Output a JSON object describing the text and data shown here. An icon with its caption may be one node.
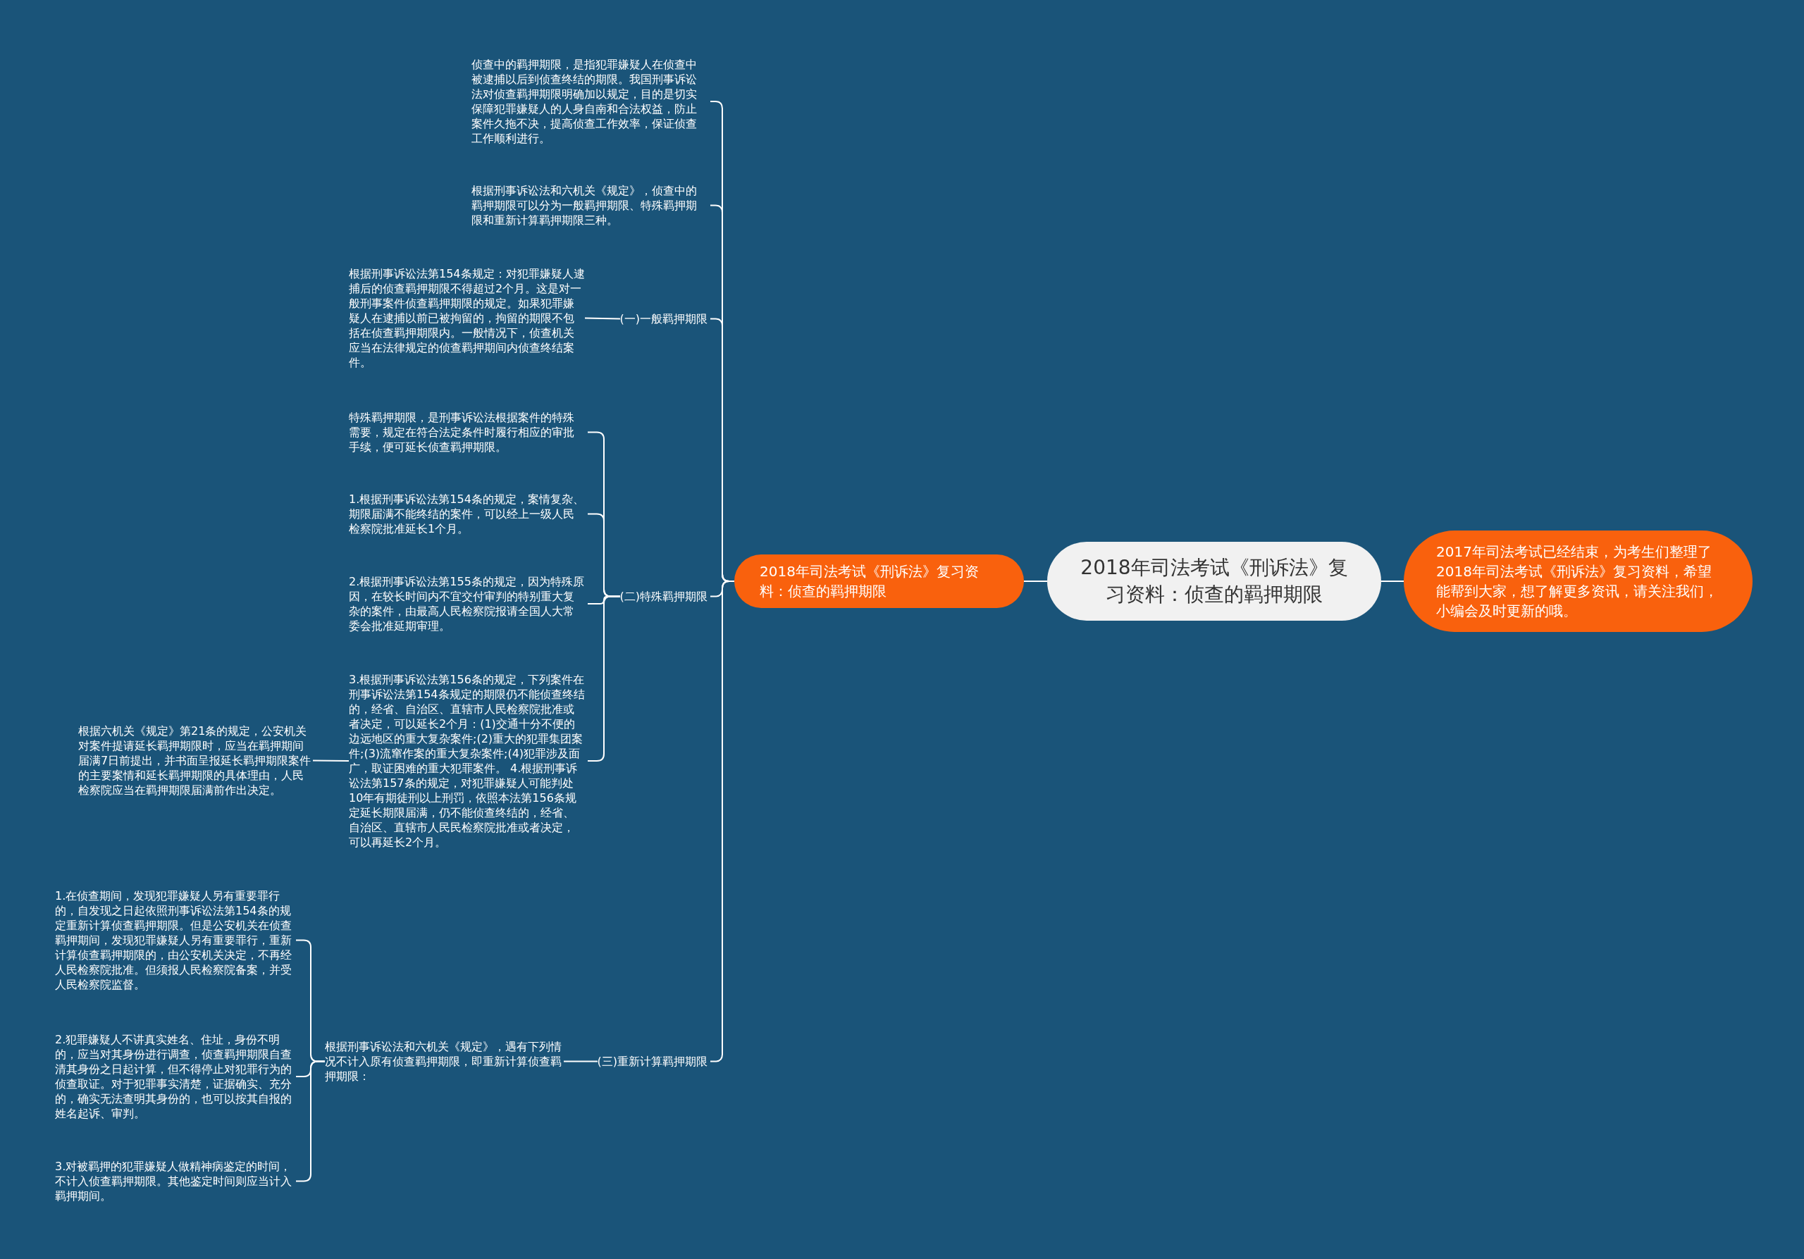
{
  "diagram": {
    "nodes": [
      {
        "text": [
          "2018年司法考试《刑诉法》复习资料：侦查的羁押期限"
        ]
      },
      {
        "text": [
          "2017年司法考试已经结束，为考生们整理了2018年司法考试《刑诉法》复习资料，希望能帮到大家，想了解更多资讯，请关注我们，小编会及时更新的哦。"
        ]
      },
      {
        "text": [
          "2018年司法考试《刑诉法》复习资料：侦查的羁押期限"
        ]
      },
      {
        "text": [
          "侦查中的羁押期限，是指犯罪嫌疑人在侦查中被逮捕以后到侦查终结的期限。我国刑事诉讼法对侦查羁押期限明确加以规定，目的是切实保障犯罪嫌疑人的人身自南和合法权益，防止案件久拖不决，提高侦查工作效率，保证侦查工作顺利进行。"
        ]
      },
      {
        "text": [
          "根据刑事诉讼法和六机关《规定》，侦查中的羁押期限可以分为一般羁押期限、特殊羁押期限和重新计算羁押期限三种。"
        ]
      },
      {
        "text": [
          "(一)一般羁押期限"
        ]
      },
      {
        "text": [
          "根据刑事诉讼法第154条规定：对犯罪嫌疑人逮捕后的侦查羁押期限不得超过2个月。这是对一般刑事案件侦查羁押期限的规定。如果犯罪嫌疑人在逮捕以前已被拘留的，拘留的期限不包括在侦查羁押期限内。一般情况下，侦查机关应当在法律规定的侦查羁押期间内侦查终结案件。"
        ]
      },
      {
        "text": [
          "(二)特殊羁押期限"
        ]
      },
      {
        "text": [
          "特殊羁押期限，是刑事诉讼法根据案件的特殊需要，规定在符合法定条件时履行相应的审批手续，便可延长侦查羁押期限。"
        ]
      },
      {
        "text": [
          "1.根据刑事诉讼法第154条的规定，案情复杂、期限届满不能终结的案件，可以经上一级人民检察院批准延长1个月。"
        ]
      },
      {
        "text": [
          "2.根据刑事诉讼法第155条的规定，因为特殊原因，在较长时间内不宜交付审判的特别重大复杂的案件，由最高人民检察院报请全国人大常委会批准延期审理。"
        ]
      },
      {
        "text": [
          "3.根据刑事诉讼法第156条的规定，下列案件在刑事诉讼法第154条规定的期限仍不能侦查终结的，经省、自治区、直辖市人民检察院批准或者决定，可以延长2个月：(1)交通十分不便的边远地区的重大复杂案件;(2)重大的犯罪集团案件;(3)流窜作案的重大复杂案件;(4)犯罪涉及面广，取证困难的重大犯罪案件。 4.根据刑事诉讼法第157条的规定，对犯罪嫌疑人可能判处10年有期徒刑以上刑罚，依照本法第156条规定延长期限届满，仍不能侦查终结的，经省、自治区、直辖市人民民检察院批准或者决定，可以再延长2个月。"
        ]
      },
      {
        "text": [
          "根据六机关《规定》第21条的规定，公安机关对案件提请延长羁押期限时，应当在羁押期间届满7日前提出，并书面呈报延长羁押期限案件的主要案情和延长羁押期限的具体理由，人民检察院应当在羁押期限届满前作出决定。"
        ]
      },
      {
        "text": [
          "(三)重新计算羁押期限"
        ]
      },
      {
        "text": [
          "根据刑事诉讼法和六机关《规定》，遇有下列情况不计入原有侦查羁押期限，即重新计算侦查羁押期限："
        ]
      },
      {
        "text": [
          "1.在侦查期间，发现犯罪嫌疑人另有重要罪行的，自发现之日起依照刑事诉讼法第154条的规定重新计算侦查羁押期限。但是公安机关在侦查羁押期间，发现犯罪嫌疑人另有重要罪行，重新计算侦查羁押期限的，由公安机关决定，不再经人民检察院批准。但须报人民检察院备案，并受人民检察院监督。"
        ]
      },
      {
        "text": [
          "2.犯罪嫌疑人不讲真实姓名、住址，身份不明的，应当对其身份进行调查，侦查羁押期限自查清其身份之日起计算，但不得停止对犯罪行为的侦查取证。对于犯罪事实清楚，证据确实、充分的，确实无法查明其身份的，也可以按其自报的姓名起诉、审判。"
        ]
      },
      {
        "text": [
          "3.对被羁押的犯罪嫌疑人做精神病鉴定的时间，不计入侦查羁押期限。其他鉴定时间则应当计入羁押期间。"
        ]
      }
    ],
    "edges": [
      {
        "from": 0,
        "to": 2,
        "arrow": "none"
      },
      {
        "from": 0,
        "to": 1,
        "arrow": "none"
      },
      {
        "from": 2,
        "to": 3,
        "arrow": "none"
      },
      {
        "from": 2,
        "to": 4,
        "arrow": "none"
      },
      {
        "from": 2,
        "to": 5,
        "arrow": "none"
      },
      {
        "from": 5,
        "to": 6,
        "arrow": "none"
      },
      {
        "from": 2,
        "to": 7,
        "arrow": "none"
      },
      {
        "from": 7,
        "to": 8,
        "arrow": "none"
      },
      {
        "from": 7,
        "to": 9,
        "arrow": "none"
      },
      {
        "from": 7,
        "to": 10,
        "arrow": "none"
      },
      {
        "from": 7,
        "to": 11,
        "arrow": "none"
      },
      {
        "from": 11,
        "to": 12,
        "arrow": "none"
      },
      {
        "from": 2,
        "to": 13,
        "arrow": "none"
      },
      {
        "from": 13,
        "to": 14,
        "arrow": "none"
      },
      {
        "from": 14,
        "to": 15,
        "arrow": "none"
      },
      {
        "from": 14,
        "to": 16,
        "arrow": "none"
      },
      {
        "from": 14,
        "to": 17,
        "arrow": "none"
      }
    ]
  }
}
